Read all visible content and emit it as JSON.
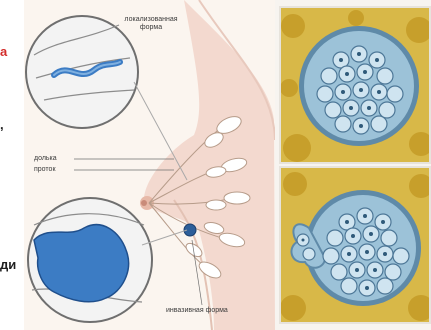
{
  "left_strip": {
    "fragments": [
      "а",
      ",",
      "ди"
    ]
  },
  "labels": {
    "localized": [
      "локализованная",
      "форма"
    ],
    "lobule": "долька",
    "duct": "проток",
    "invasive": "инвазивная форма"
  },
  "colors": {
    "background": "#f7f4f0",
    "skin": "#f3d9cf",
    "tissue_blue": "#3c7cc4",
    "cell_blue": "#8fb7cf",
    "yellow_fat": "#d8b848",
    "red_text": "#d32d2b"
  },
  "icons": {
    "localized_zoom": "magnifier-circle",
    "invasive_zoom": "magnifier-circle"
  }
}
